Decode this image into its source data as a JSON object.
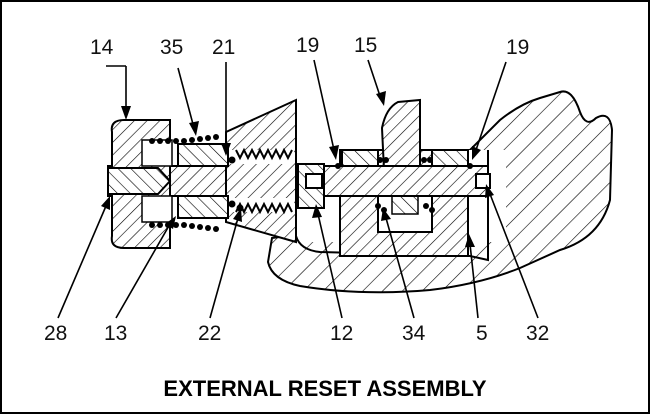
{
  "caption": "EXTERNAL RESET ASSEMBLY",
  "labels_top": [
    "14",
    "35",
    "21",
    "19",
    "15",
    "19"
  ],
  "labels_bottom": [
    "28",
    "13",
    "22",
    "12",
    "34",
    "5",
    "32"
  ],
  "colors": {
    "ink": "#000000",
    "paper": "#ffffff"
  }
}
